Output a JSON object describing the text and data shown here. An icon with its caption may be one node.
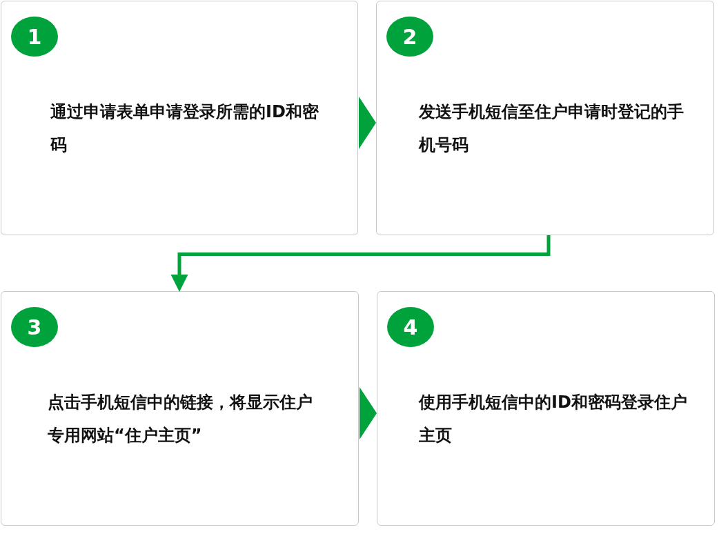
{
  "diagram": {
    "nodes": [
      {
        "text": [
          "通过申请表单申请登录所需的ID和密码"
        ]
      },
      {
        "text": [
          "1"
        ],
        "in": 0
      },
      {
        "text": [
          "发送手机短信至住户申请时登记的手机号码"
        ]
      },
      {
        "text": [
          "2"
        ],
        "in": 2
      },
      {
        "text": [
          "点击手机短信中的链接，将显示住户专用网站“住户主页”"
        ]
      },
      {
        "text": [
          "3"
        ],
        "in": 4
      },
      {
        "text": [
          "使用手机短信中的ID和密码登录住户主页"
        ]
      },
      {
        "text": [
          "4"
        ],
        "in": 6
      }
    ],
    "edges": [
      {
        "from": 0,
        "to": 2,
        "arrow": "to"
      },
      {
        "from": 2,
        "to": 4,
        "arrow": "to"
      },
      {
        "from": 4,
        "to": 6,
        "arrow": "to"
      }
    ]
  }
}
